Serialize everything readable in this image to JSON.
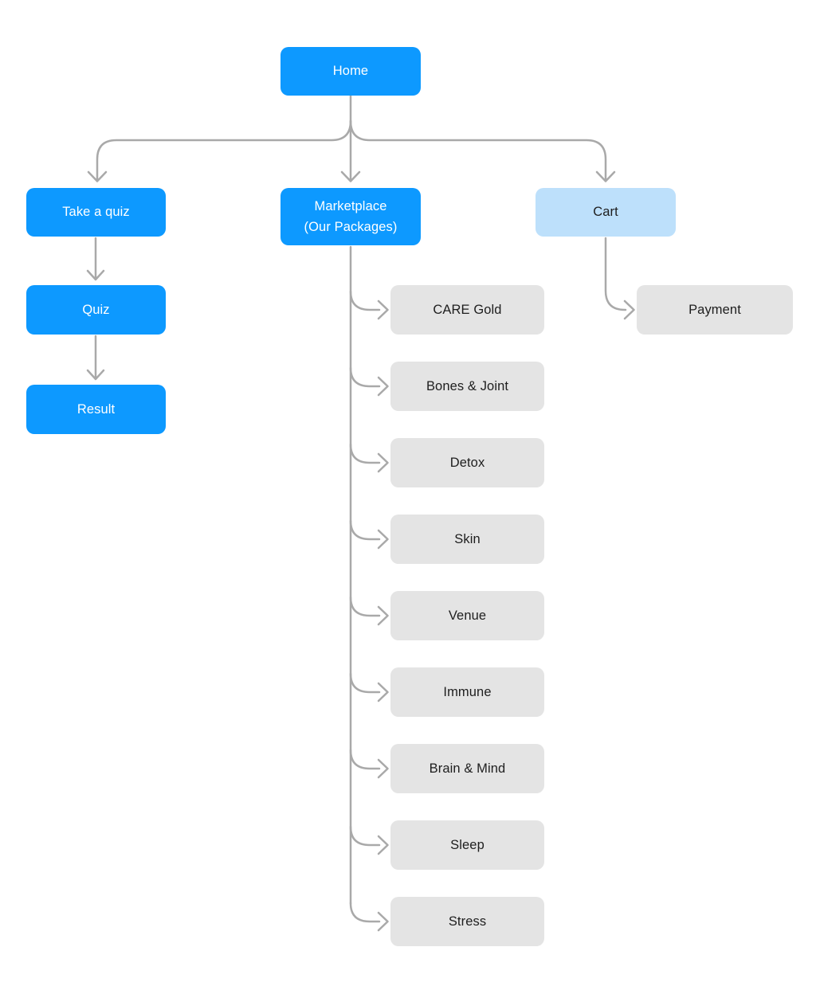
{
  "colors": {
    "primary_node": "#0d99ff",
    "secondary_node": "#bde0fb",
    "neutral_node": "#e4e4e4",
    "connector": "#a9a9a9",
    "text_on_primary": "#ffffff",
    "text_on_neutral": "#1e1e1e",
    "background": "#ffffff"
  },
  "nodes": {
    "home": {
      "label": "Home"
    },
    "take_a_quiz": {
      "label": "Take a quiz"
    },
    "quiz": {
      "label": "Quiz"
    },
    "result": {
      "label": "Result"
    },
    "marketplace": {
      "line1": "Marketplace",
      "line2": "(Our Packages)"
    },
    "cart": {
      "label": "Cart"
    },
    "payment": {
      "label": "Payment"
    },
    "packages": [
      "CARE Gold",
      "Bones & Joint",
      "Detox",
      "Skin",
      "Venue",
      "Immune",
      "Brain & Mind",
      "Sleep",
      "Stress"
    ]
  }
}
